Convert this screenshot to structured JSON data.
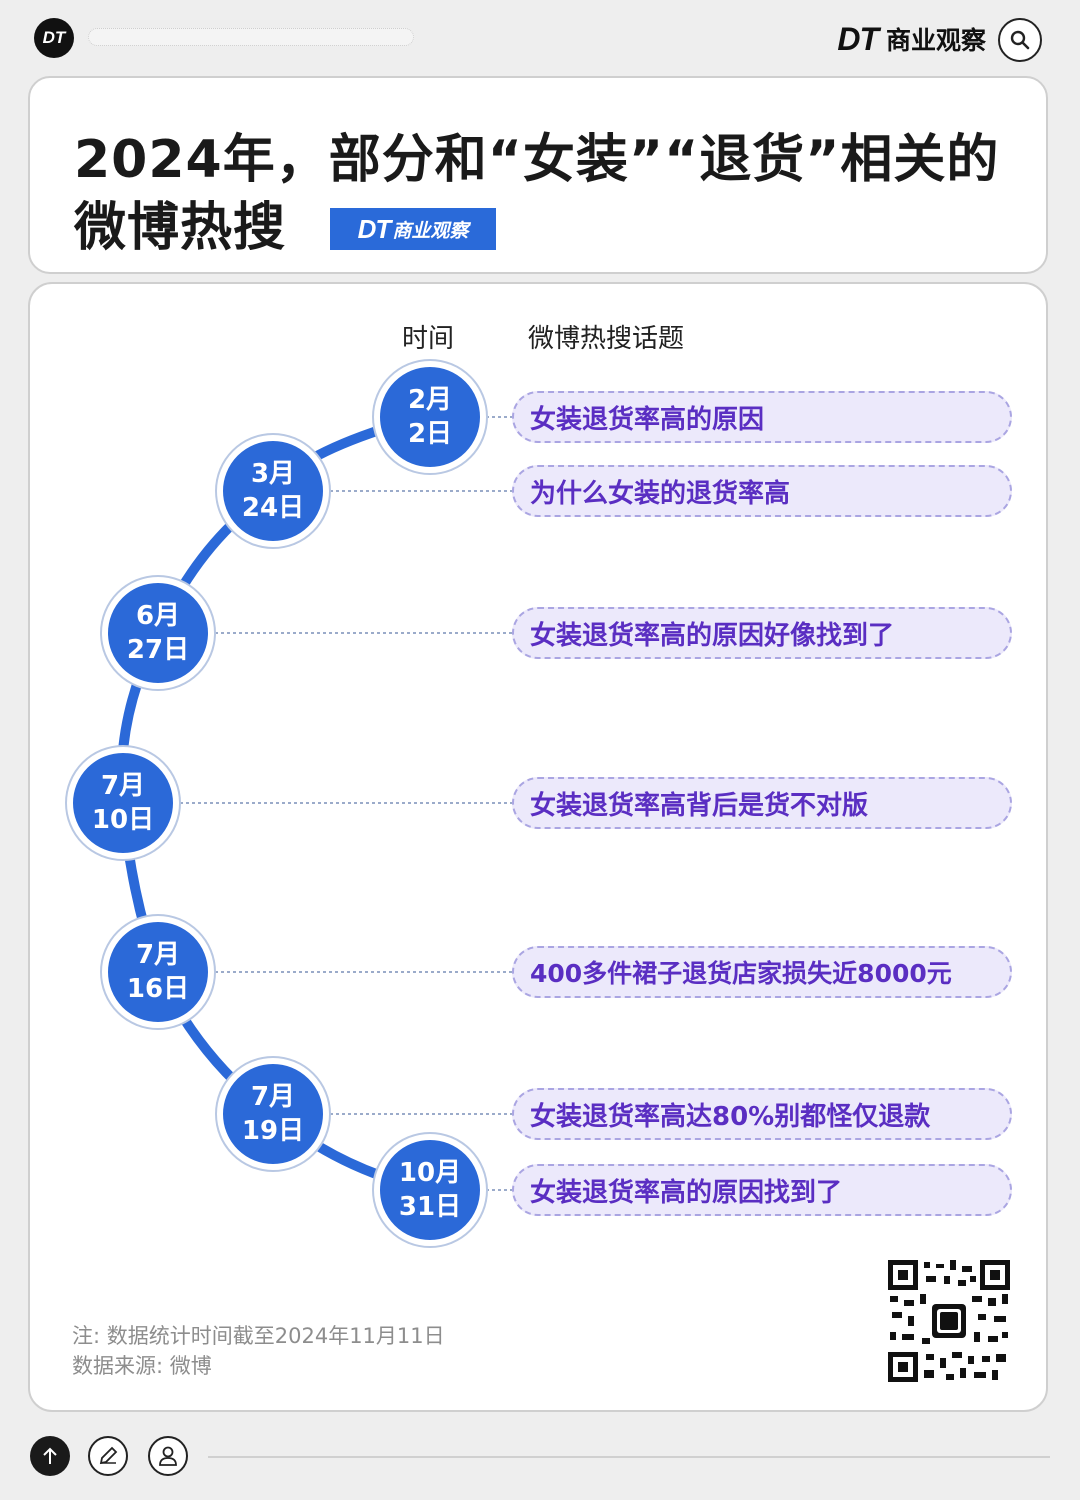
{
  "header": {
    "logo": "DT",
    "brand_mark": "DT",
    "brand_name": "商业观察",
    "search_icon": "search-icon"
  },
  "title": {
    "line1": "2024年，部分和“女装”“退货”相关的",
    "line2": "微博热搜",
    "badge_mark": "DT",
    "badge_text": "商业观察"
  },
  "columns": {
    "time": "时间",
    "topic": "微博热搜话题"
  },
  "timeline": [
    {
      "month": "2月",
      "day": "2日",
      "topic": "女装退货率高的原因"
    },
    {
      "month": "3月",
      "day": "24日",
      "topic": "为什么女装的退货率高"
    },
    {
      "month": "6月",
      "day": "27日",
      "topic": "女装退货率高的原因好像找到了"
    },
    {
      "month": "7月",
      "day": "10日",
      "topic": "女装退货率高背后是货不对版"
    },
    {
      "month": "7月",
      "day": "16日",
      "topic": "400多件裙子退货店家损失近8000元"
    },
    {
      "month": "7月",
      "day": "19日",
      "topic": "女装退货率高达80%别都怪仅退款"
    },
    {
      "month": "10月",
      "day": "31日",
      "topic": "女装退货率高的原因找到了"
    }
  ],
  "notes": {
    "note": "注: 数据统计时间截至2024年11月11日",
    "source": "数据来源: 微博"
  },
  "toolbar": {
    "up_icon": "arrow-up-icon",
    "edit_icon": "pencil-icon",
    "profile_icon": "user-icon"
  },
  "colors": {
    "accent_blue": "#2b69d8",
    "pill_bg": "#ece9fb",
    "pill_text": "#5a2ec2"
  }
}
